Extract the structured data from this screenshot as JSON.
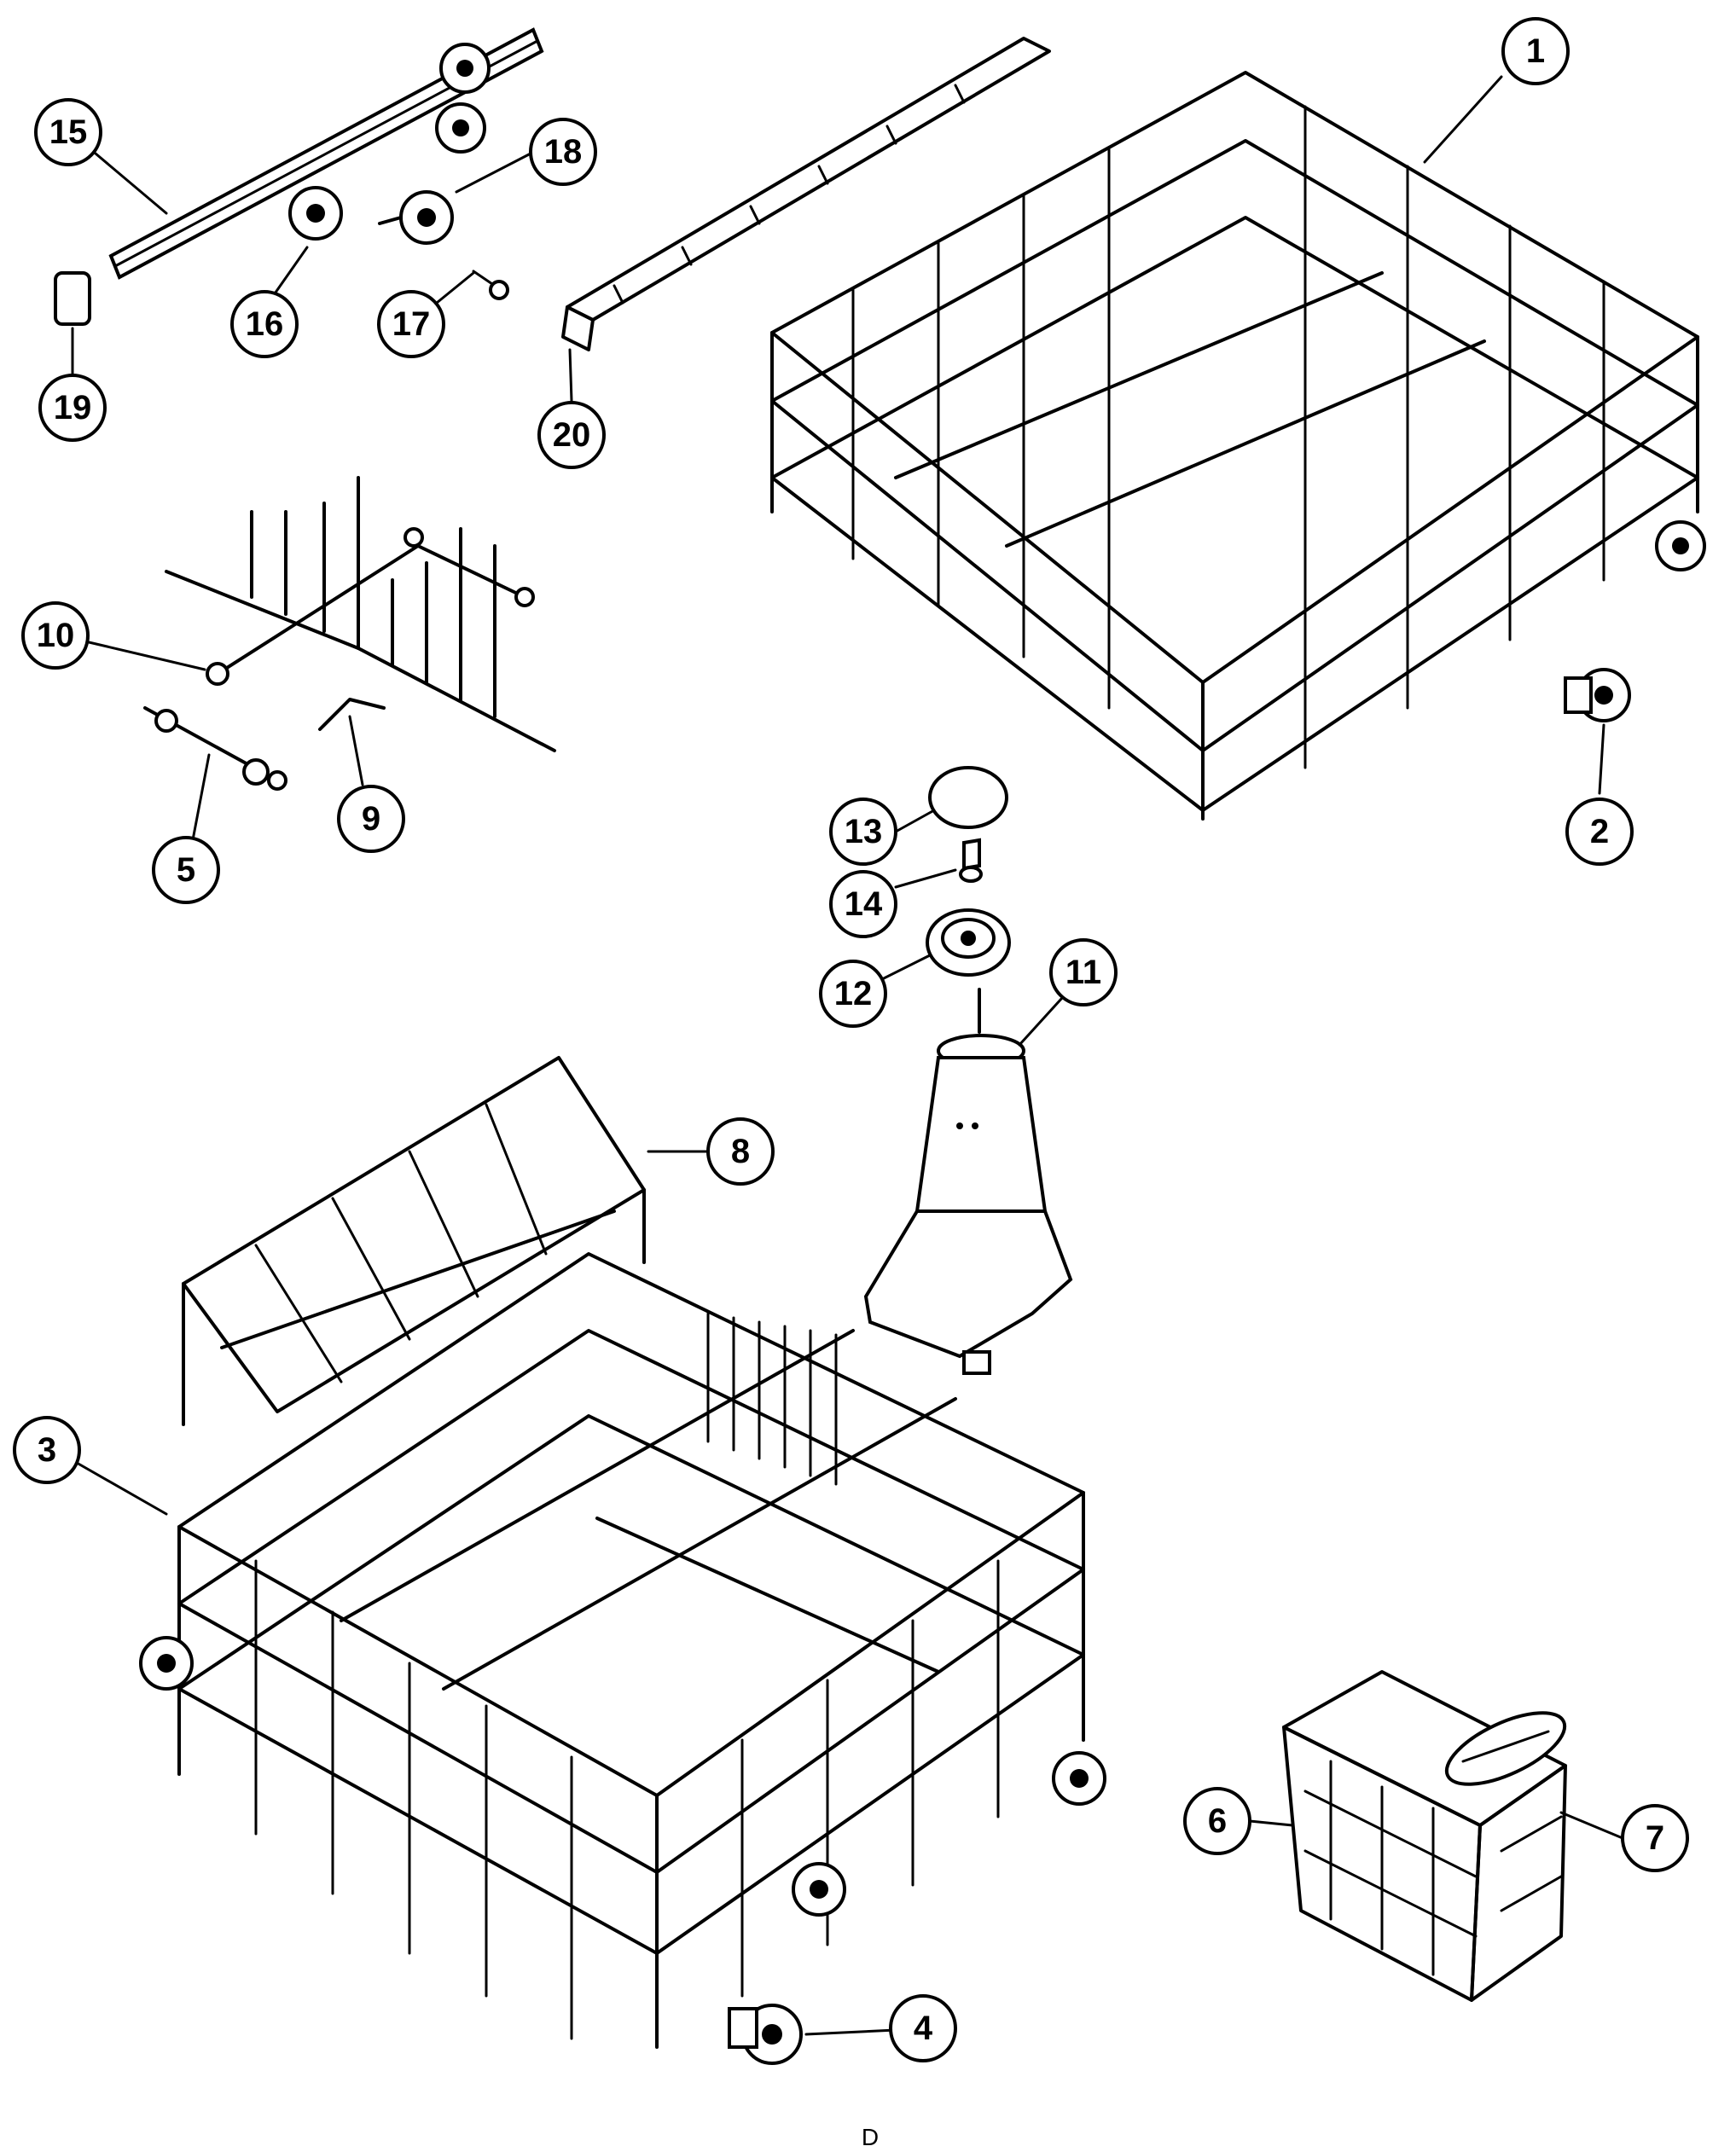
{
  "diagram": {
    "callouts": [
      {
        "id": "1",
        "label": "1"
      },
      {
        "id": "2",
        "label": "2"
      },
      {
        "id": "3",
        "label": "3"
      },
      {
        "id": "4",
        "label": "4"
      },
      {
        "id": "5",
        "label": "5"
      },
      {
        "id": "6",
        "label": "6"
      },
      {
        "id": "7",
        "label": "7"
      },
      {
        "id": "8",
        "label": "8"
      },
      {
        "id": "9",
        "label": "9"
      },
      {
        "id": "10",
        "label": "10"
      },
      {
        "id": "11",
        "label": "11"
      },
      {
        "id": "12",
        "label": "12"
      },
      {
        "id": "13",
        "label": "13"
      },
      {
        "id": "14",
        "label": "14"
      },
      {
        "id": "15",
        "label": "15"
      },
      {
        "id": "16",
        "label": "16"
      },
      {
        "id": "17",
        "label": "17"
      },
      {
        "id": "18",
        "label": "18"
      },
      {
        "id": "19",
        "label": "19"
      },
      {
        "id": "20",
        "label": "20"
      }
    ],
    "footer_mark": "D"
  }
}
